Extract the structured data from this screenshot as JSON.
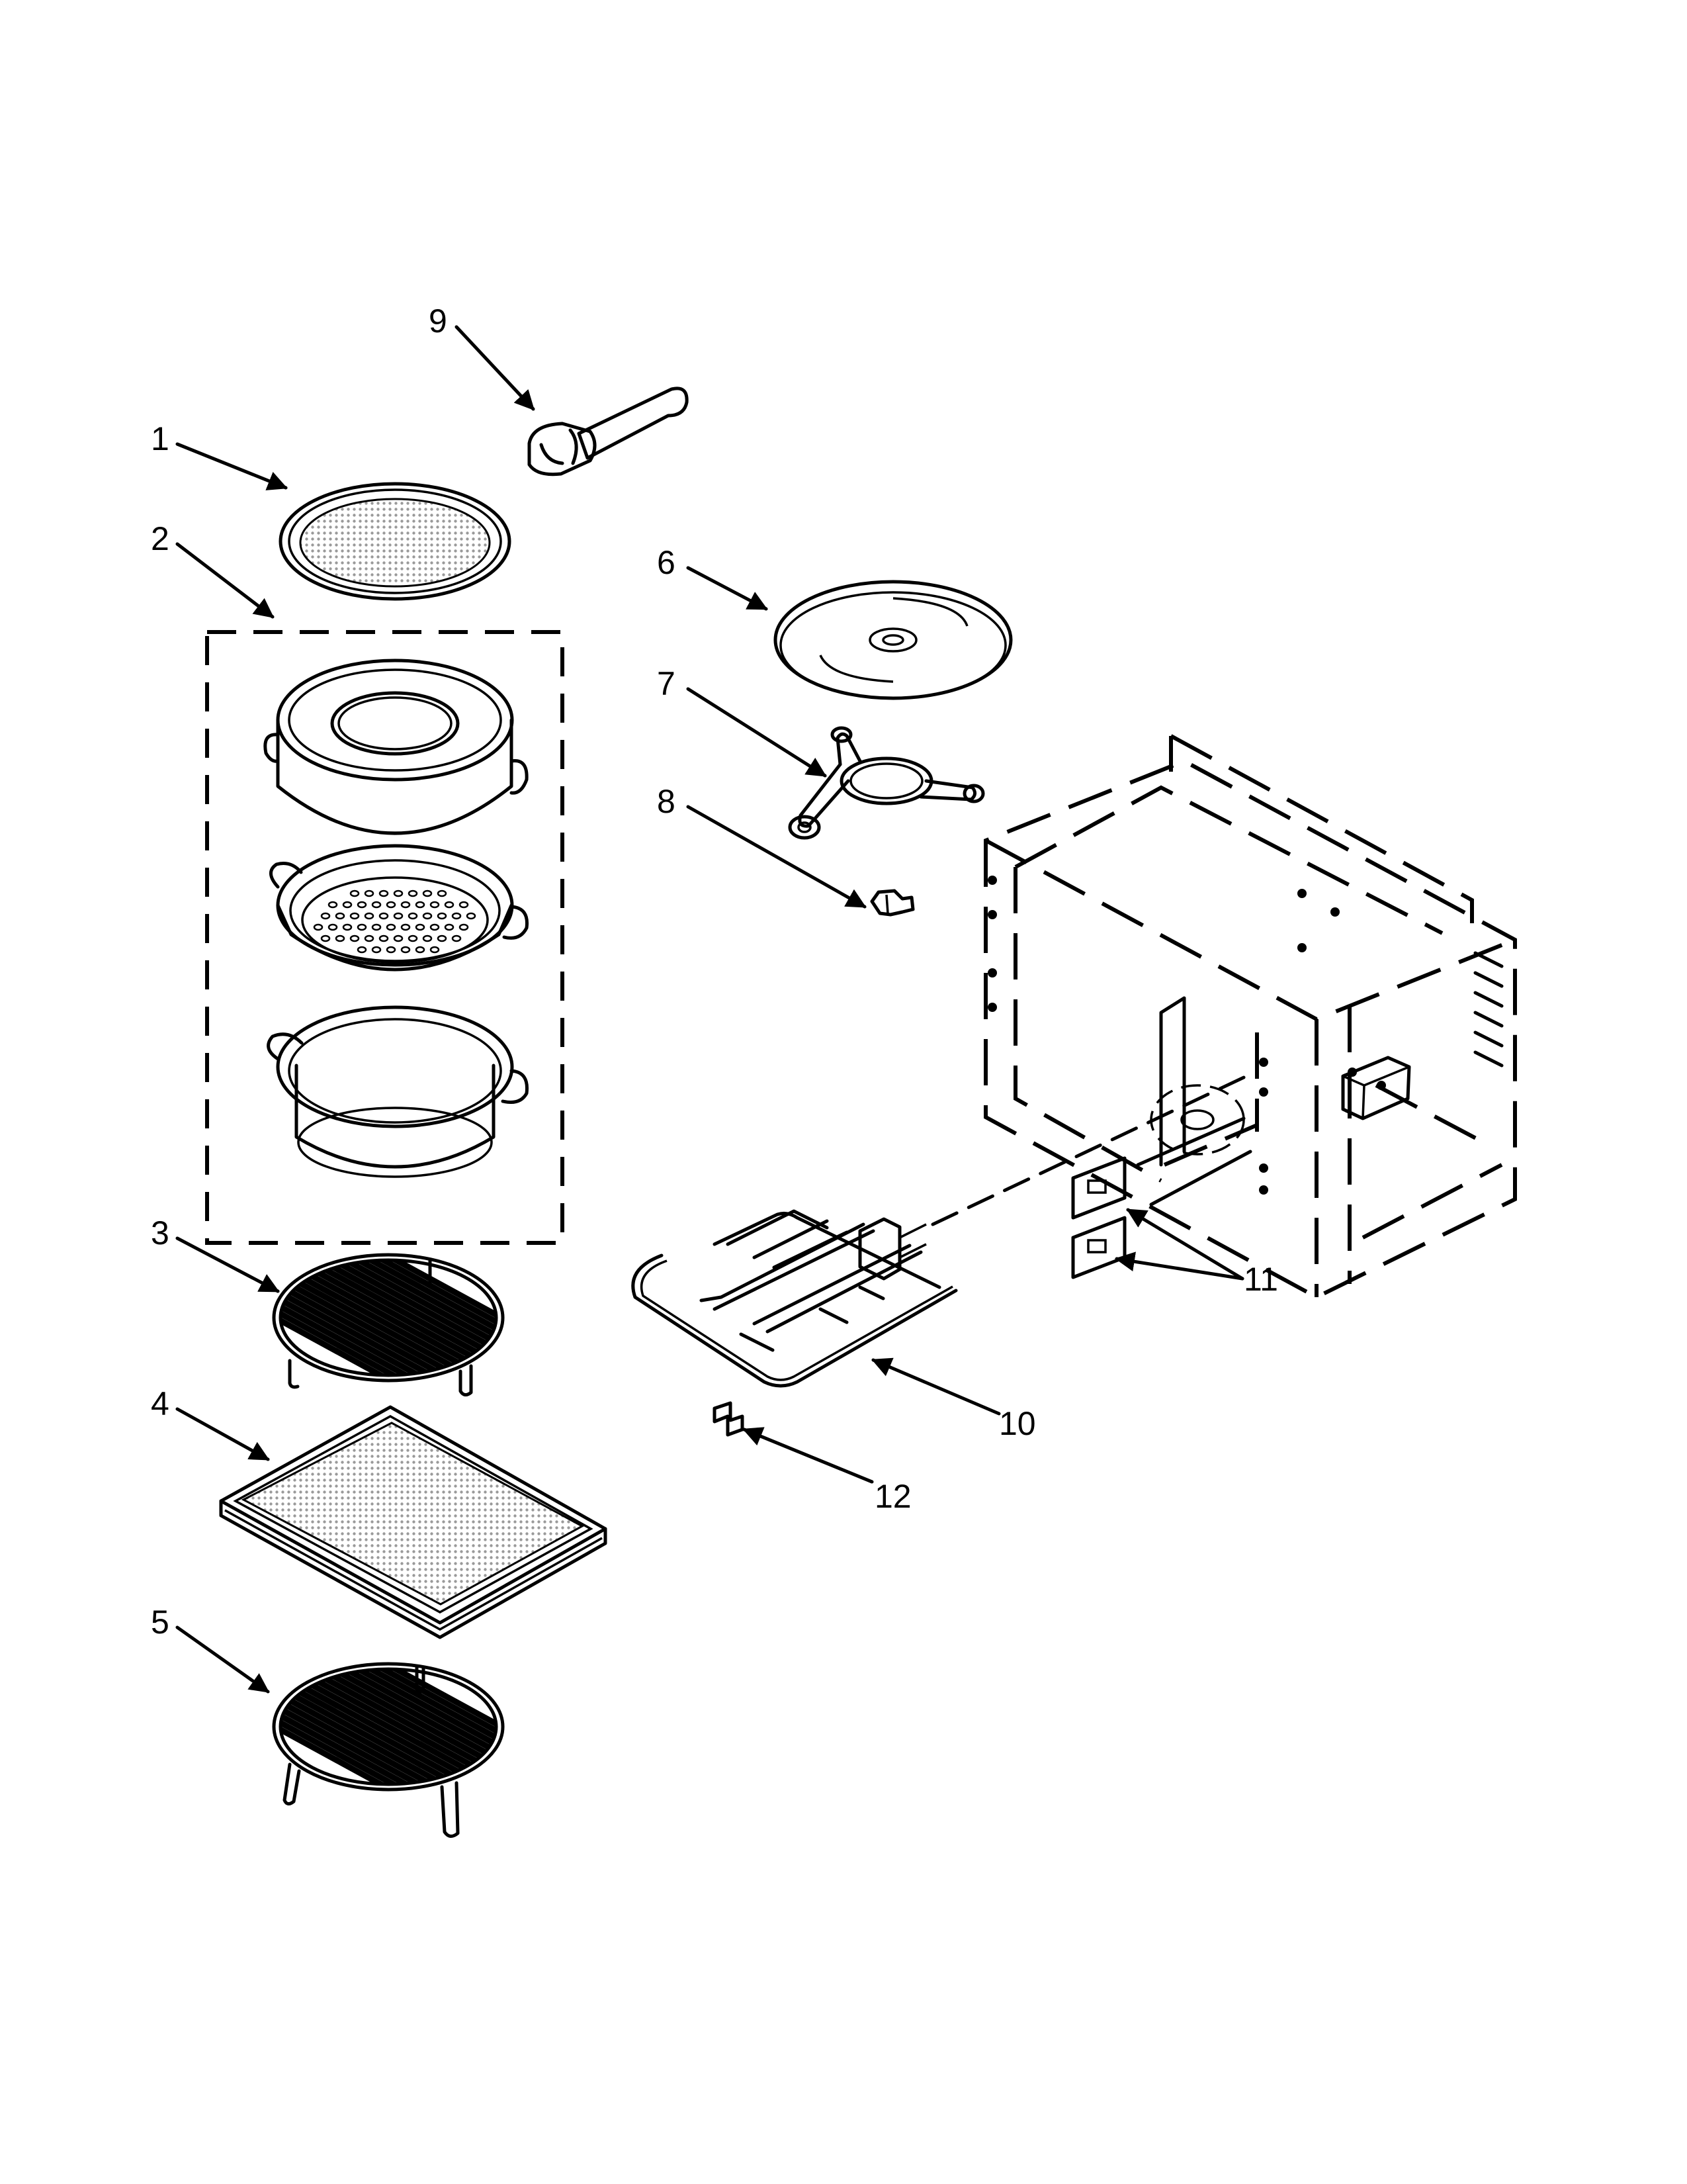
{
  "callouts": [
    {
      "label": "1"
    },
    {
      "label": "2"
    },
    {
      "label": "3"
    },
    {
      "label": "4"
    },
    {
      "label": "5"
    },
    {
      "label": "6"
    },
    {
      "label": "7"
    },
    {
      "label": "8"
    },
    {
      "label": "9"
    },
    {
      "label": "10"
    },
    {
      "label": "11"
    },
    {
      "label": "12"
    }
  ],
  "colors": {
    "line": "#000000",
    "shading": "#d6d6d6",
    "background": "#ffffff"
  }
}
